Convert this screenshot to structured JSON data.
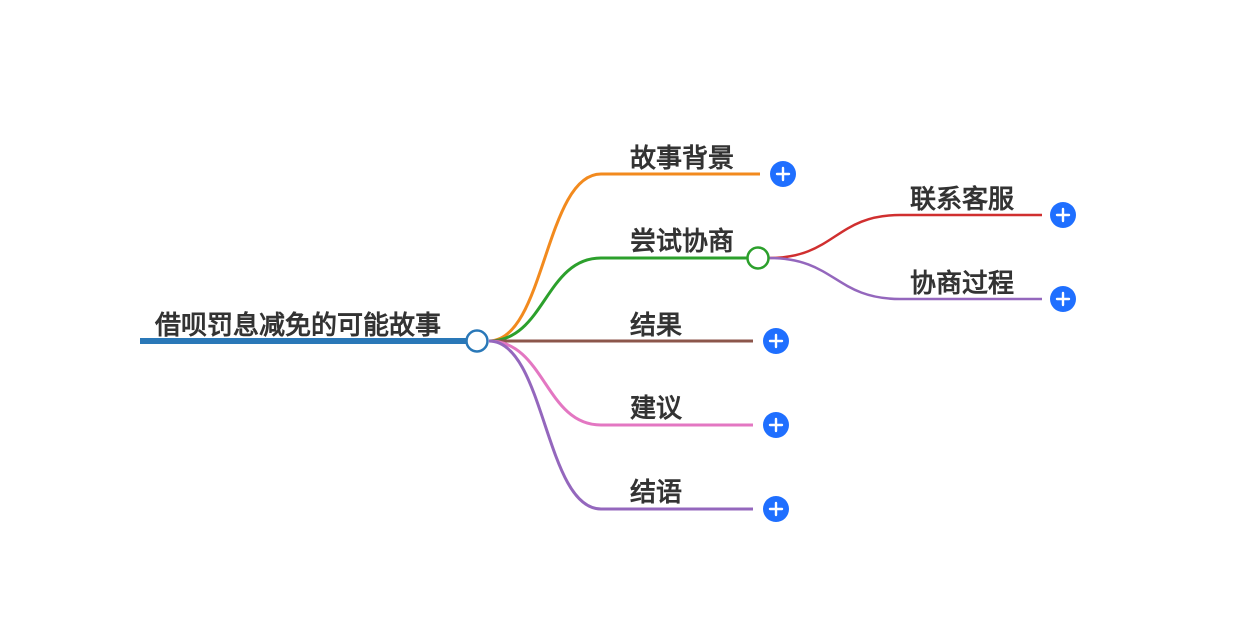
{
  "root": {
    "label": "借呗罚息减免的可能故事",
    "color": "#2a78b8"
  },
  "branches": [
    {
      "id": "bg",
      "label": "故事背景",
      "color": "#f28a1e",
      "collapsed": true
    },
    {
      "id": "try",
      "label": "尝试协商",
      "color": "#2ca02c",
      "collapsed": false,
      "children": [
        {
          "id": "cs",
          "label": "联系客服",
          "color": "#d02f2f",
          "collapsed": true
        },
        {
          "id": "neg",
          "label": "协商过程",
          "color": "#9467bd",
          "collapsed": true
        }
      ]
    },
    {
      "id": "res",
      "label": "结果",
      "color": "#8c564b",
      "collapsed": true
    },
    {
      "id": "adv",
      "label": "建议",
      "color": "#e377c2",
      "collapsed": true
    },
    {
      "id": "end",
      "label": "结语",
      "color": "#9467bd",
      "collapsed": true
    }
  ],
  "expand_button": {
    "icon": "plus-icon",
    "color": "#1f6fff"
  }
}
